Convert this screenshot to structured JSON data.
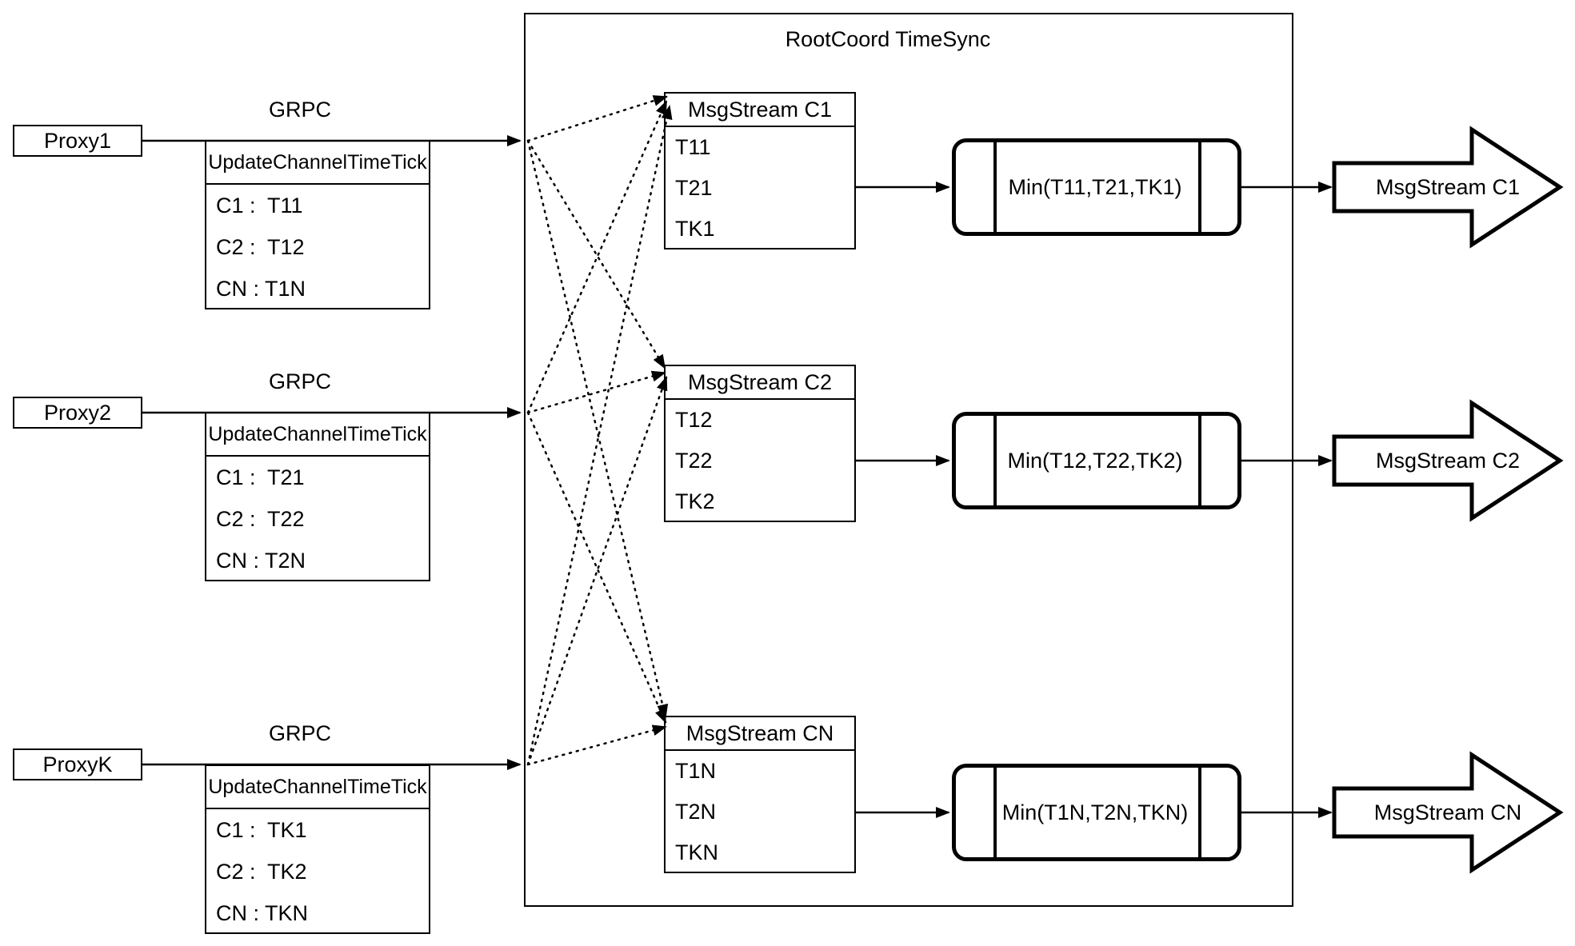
{
  "diagram": {
    "title": "RootCoord TimeSync",
    "colors": {
      "stroke": "#000000",
      "background": "#ffffff"
    },
    "rows": [
      {
        "proxy": "Proxy1",
        "grpc": "GRPC",
        "table_header": "UpdateChannelTimeTick",
        "table_rows": [
          "C1 :  T11",
          "C2 :  T12",
          "CN : T1N"
        ]
      },
      {
        "proxy": "Proxy2",
        "grpc": "GRPC",
        "table_header": "UpdateChannelTimeTick",
        "table_rows": [
          "C1 :  T21",
          "C2 :  T22",
          "CN : T2N"
        ]
      },
      {
        "proxy": "ProxyK",
        "grpc": "GRPC",
        "table_header": "UpdateChannelTimeTick",
        "table_rows": [
          "C1 :  TK1",
          "C2 :  TK2",
          "CN : TKN"
        ]
      }
    ],
    "streams": [
      {
        "header": "MsgStream C1",
        "ticks": [
          "T11",
          "T21",
          "TK1"
        ],
        "min_label": "Min(T11,T21,TK1)",
        "out_label": "MsgStream C1"
      },
      {
        "header": "MsgStream C2",
        "ticks": [
          "T12",
          "T22",
          "TK2"
        ],
        "min_label": "Min(T12,T22,TK2)",
        "out_label": "MsgStream C2"
      },
      {
        "header": "MsgStream CN",
        "ticks": [
          "T1N",
          "T2N",
          "TKN"
        ],
        "min_label": "Min(T1N,T2N,TKN)",
        "out_label": "MsgStream CN"
      }
    ]
  }
}
